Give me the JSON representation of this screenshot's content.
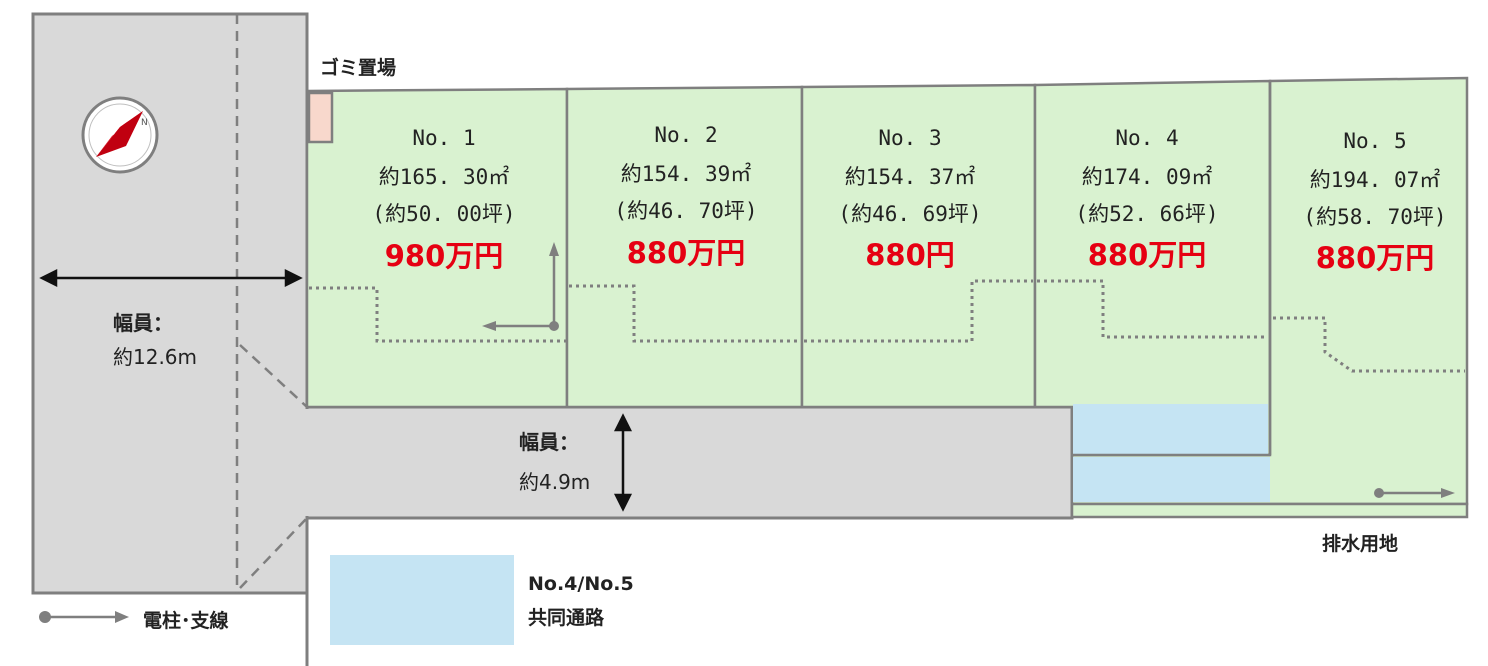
{
  "colors": {
    "road": "#d9d9d9",
    "lot": "#d9f2d0",
    "shared_path": "#c5e4f3",
    "garbage": "#f8d8cc",
    "outline": "#7f7f7f",
    "price": "#e60012",
    "compass_red": "#e60012"
  },
  "lots": [
    {
      "no": "No. 1",
      "area": "約165. 30㎡",
      "tsubo": "(約50. 00坪)",
      "price": "980万円"
    },
    {
      "no": "No. 2",
      "area": "約154. 39㎡",
      "tsubo": "(約46. 70坪)",
      "price": "880万円"
    },
    {
      "no": "No. 3",
      "area": "約154. 37㎡",
      "tsubo": "(約46. 69坪)",
      "price": "880円"
    },
    {
      "no": "No. 4",
      "area": "約174. 09㎡",
      "tsubo": "(約52. 66坪)",
      "price": "880万円"
    },
    {
      "no": "No. 5",
      "area": "約194. 07㎡",
      "tsubo": "(約58. 70坪)",
      "price": "880万円"
    }
  ],
  "labels": {
    "garbage": "ゴミ置場",
    "drainage": "排水用地",
    "main_road_width_title": "幅員：",
    "main_road_width": "約12.6m",
    "access_road_width_title": "幅員：",
    "access_road_width": "約4.9m"
  },
  "legend": {
    "pole": "電柱･支線",
    "shared_path_line1": "No.4/No.5",
    "shared_path_line2": "共同通路"
  },
  "icons": {
    "compass": "north-compass-icon",
    "pole": "utility-pole-arrow-icon"
  }
}
